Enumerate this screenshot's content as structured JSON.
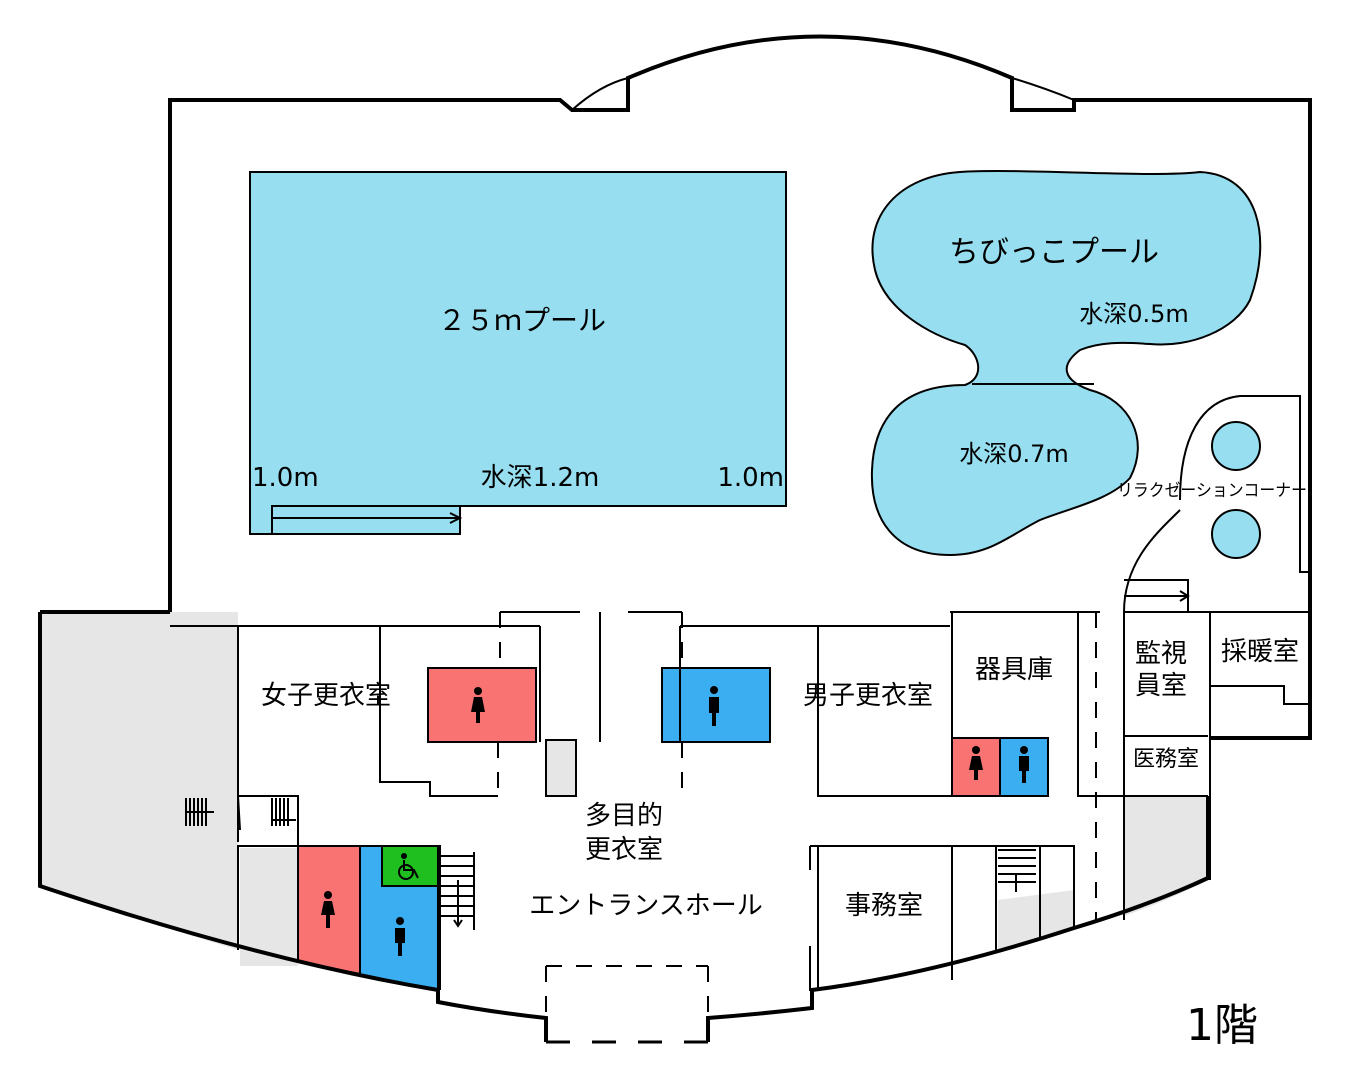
{
  "floor_label": "1階",
  "pools": {
    "main_pool": {
      "name": "２５ｍプール",
      "depth_center": "水深1.2m",
      "depth_left": "1.0m",
      "depth_right": "1.0m"
    },
    "kids_pool": {
      "name": "ちびっこプール",
      "depth_shallow": "水深0.5m",
      "depth_deep": "水深0.7m"
    }
  },
  "rooms": {
    "relaxation": "リラクゼーションコーナー",
    "womens_locker": "女子更衣室",
    "mens_locker": "男子更衣室",
    "equipment": "器具庫",
    "monitor_line1": "監視",
    "monitor_line2": "員室",
    "warming": "採暖室",
    "medical": "医務室",
    "multipurpose_line1": "多目的",
    "multipurpose_line2": "更衣室",
    "entrance_hall": "エントランスホール",
    "office": "事務室"
  },
  "colors": {
    "pool_water": "#97DFF0",
    "women_restroom": "#F97373",
    "men_restroom": "#3AAEF0",
    "accessible": "#1FBF1F",
    "storage_gray": "#E6E6E6"
  },
  "icons": [
    "female-icon",
    "male-icon",
    "wheelchair-icon"
  ]
}
